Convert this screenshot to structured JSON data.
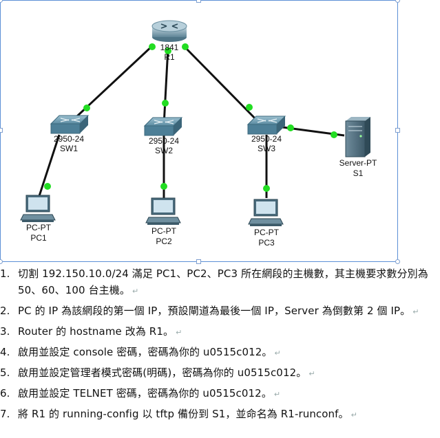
{
  "diagram": {
    "router": {
      "model": "1841",
      "name": "R1"
    },
    "switches": [
      {
        "model": "2950-24",
        "name": "SW1"
      },
      {
        "model": "2950-24",
        "name": "SW2"
      },
      {
        "model": "2950-24",
        "name": "SW3"
      }
    ],
    "pcs": [
      {
        "model": "PC-PT",
        "name": "PC1"
      },
      {
        "model": "PC-PT",
        "name": "PC2"
      },
      {
        "model": "PC-PT",
        "name": "PC3"
      }
    ],
    "server": {
      "model": "Server-PT",
      "name": "S1"
    },
    "colors": {
      "link": "#111111",
      "port_up": "#22dd22",
      "switch_body": "#4d7f97",
      "router_body": "#7fa3b3",
      "frame": "#5b8fd6"
    }
  },
  "tasks": [
    {
      "num": "1.",
      "text": "切割 192.150.10.0/24 滿足 PC1、PC2、PC3 所在網段的主機數，其主機要求數分別為 50、60、100 台主機。"
    },
    {
      "num": "2.",
      "text": "PC 的 IP 為該網段的第一個 IP，預設閘道為最後一個 IP，Server 為倒數第 2 個 IP。"
    },
    {
      "num": "3.",
      "text": "Router 的 hostname 改為 R1。"
    },
    {
      "num": "4.",
      "text": "啟用並設定 console 密碼，密碼為你的 u0515c012。"
    },
    {
      "num": "5.",
      "text": "啟用並設定管理者模式密碼(明碼)，密碼為你的 u0515c012。"
    },
    {
      "num": "6.",
      "text": "啟用並設定 TELNET 密碼，密碼為你的 u0515c012。"
    },
    {
      "num": "7.",
      "text": "將 R1 的 running-config 以 tftp 備份到 S1，並命名為 R1-runconf。"
    }
  ],
  "paragraph_mark": "↵"
}
